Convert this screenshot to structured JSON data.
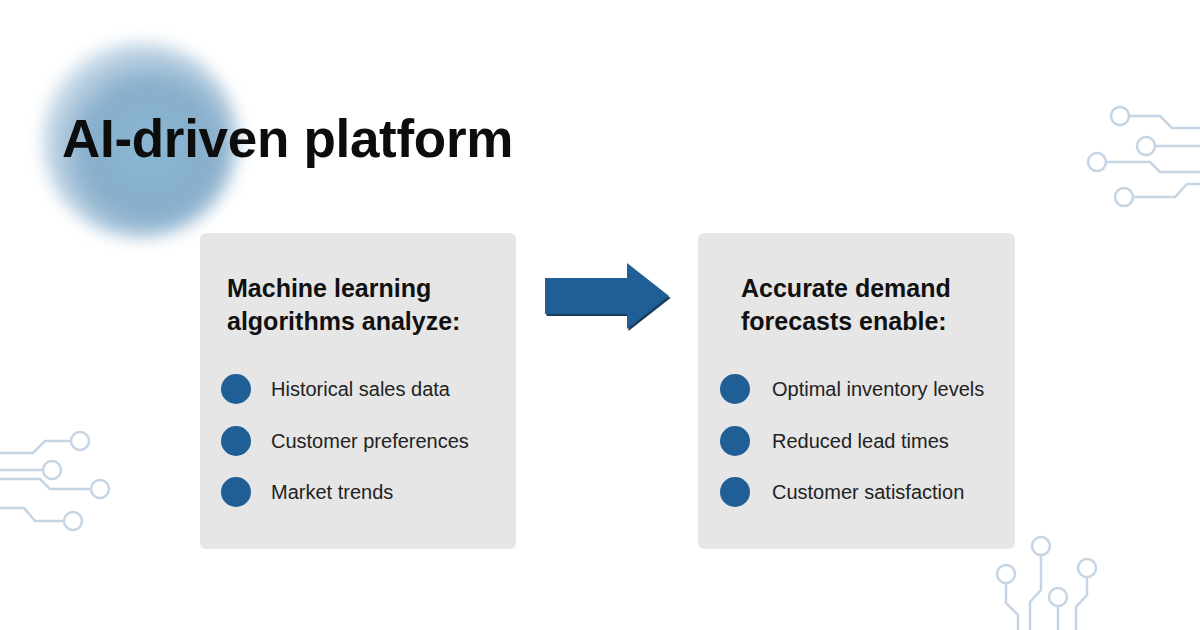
{
  "diagram": {
    "title": "AI-driven platform",
    "nodes": [
      {
        "text": [
          "Machine learning algorithms analyze:",
          "Historical sales data",
          "Customer preferences",
          "Market trends"
        ]
      },
      {
        "text": [
          "Accurate demand forecasts enable:",
          "Optimal inventory levels",
          "Reduced lead times",
          "Customer satisfaction"
        ]
      }
    ],
    "edges": [
      {
        "from": 0,
        "to": 1,
        "arrow": "to"
      }
    ]
  }
}
